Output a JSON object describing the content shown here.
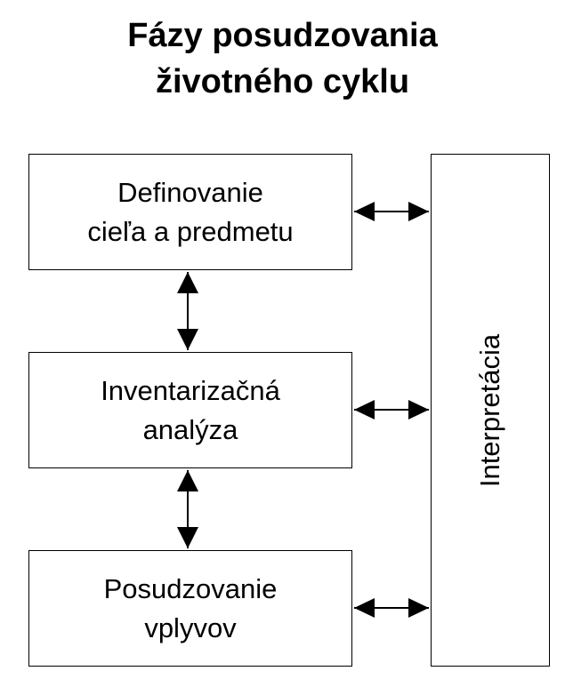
{
  "title": {
    "line1": "Fázy posudzovania",
    "line2": "životného cyklu"
  },
  "boxes": {
    "definovanie": {
      "line1": "Definovanie",
      "line2": "cieľa a predmetu"
    },
    "inventarizacna": {
      "line1": "Inventarizačná",
      "line2": "analýza"
    },
    "posudzovanie": {
      "line1": "Posudzovanie",
      "line2": "vplyvov"
    },
    "interpretacia": {
      "label": "Interpretácia"
    }
  },
  "colors": {
    "stroke": "#000000",
    "background": "#ffffff"
  }
}
